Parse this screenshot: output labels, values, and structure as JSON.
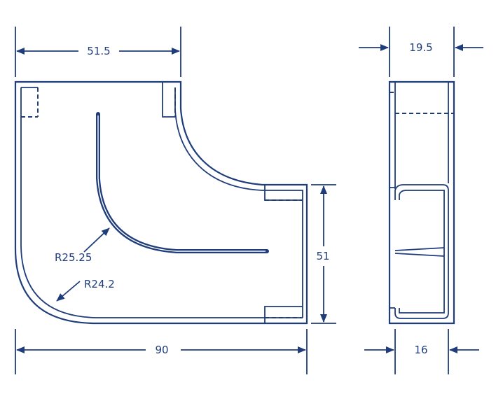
{
  "colors": {
    "line": "#1f3d7a",
    "background": "#ffffff"
  },
  "front_view": {
    "dim_top_width": "51.5",
    "dim_bottom_width": "90",
    "dim_right_height": "51",
    "radius_inner_rib": "R25.25",
    "radius_outer": "R24.2"
  },
  "side_view": {
    "dim_top_depth": "19.5",
    "dim_bottom_depth": "16"
  }
}
